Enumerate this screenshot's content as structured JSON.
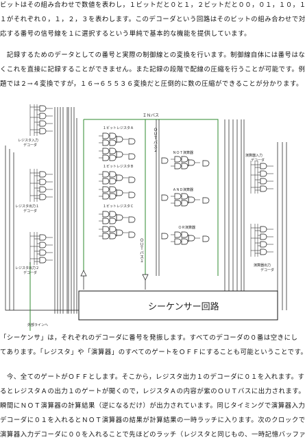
{
  "paragraph1": {
    "lines": [
      "ビットはその組み合わせで数値を表わし，１ビットだと０と１，２ビットだと００，０１，１０，１",
      "１がそれぞれ０，１，２，３を表わします。このデコーダという回路はそのビットの組み合わせで対",
      "応する番号の信号線を１に選択するという単純で基本的な機能を提供しています。"
    ]
  },
  "paragraph2": {
    "lines": [
      "　記録するためのデータとしての番号と実際の制御線との変換を行います。制御線自体には番号はな",
      "くこれを直接に記録することができません。また記録の段階で配線の圧縮を行うことが可能です。例",
      "題では２→４変換ですが，１６→６５５３６変換だと圧倒的に数の圧縮ができることが分かります。"
    ]
  },
  "diagram": {
    "in_bus_label": "ＩＮバス",
    "out_bus2_label": "ＯＵＴバス２",
    "out_bus1_label": "ＯＵＴバス１",
    "register_a_label": "１ビットレジスタＡ",
    "register_b_label": "１ビットレジスタＢ",
    "register_c_label": "１ビットレジスタＣ",
    "not_label": "ＮＯＴ演算器",
    "and_label": "ＡＮＤ演算器",
    "or_label": "ＯＲ演算器",
    "reg_input_decoder": [
      "レジスタ入力",
      "デコーダ"
    ],
    "reg_output1_decoder": [
      "レジスタ出力１",
      "デコーダ"
    ],
    "reg_output2_decoder": [
      "レジスタ出力２",
      "デコーダ"
    ],
    "alu_input_decoder": [
      "演算器入力",
      "デコーダ"
    ],
    "alu_output_decoder": [
      "演算器出力",
      "デコーダ"
    ],
    "sequencer_label": "シーケンサー回路",
    "external_line_label": "外部ラインへ"
  },
  "paragraph3": {
    "lines": [
      "「シーケンサ」は，それぞれのデコーダに番号を発振します。すべてのデコーダの０番は空きにし",
      "てあります。「レジスタ」や「演算器」のすべてのゲートをＯＦＦにすることも可能ということです。"
    ]
  },
  "paragraph4": {
    "lines": [
      "　今、全てのゲートがＯＦＦとします。そこから，レジスタ出力１のデコーダに０１を入れます。す",
      "るとレジスタＡの出力１のゲートが開くので，レジスタＡの内容が紫のＯＵＴバスに出力されます。",
      "瞬間にＮＯＴ演算器の計算結果（逆になるだけ）が出力されています。同じタイミングで演算器入力",
      "デコーダに０１を入れるとＮＯＴ演算器の結果が計算結果の一時ラッチに入ります。次のクロックで",
      "演算器入力デコーダに００を入れることで先ほどのラッチ（レジスタと同じもの、一時記憶バッファ"
    ]
  }
}
